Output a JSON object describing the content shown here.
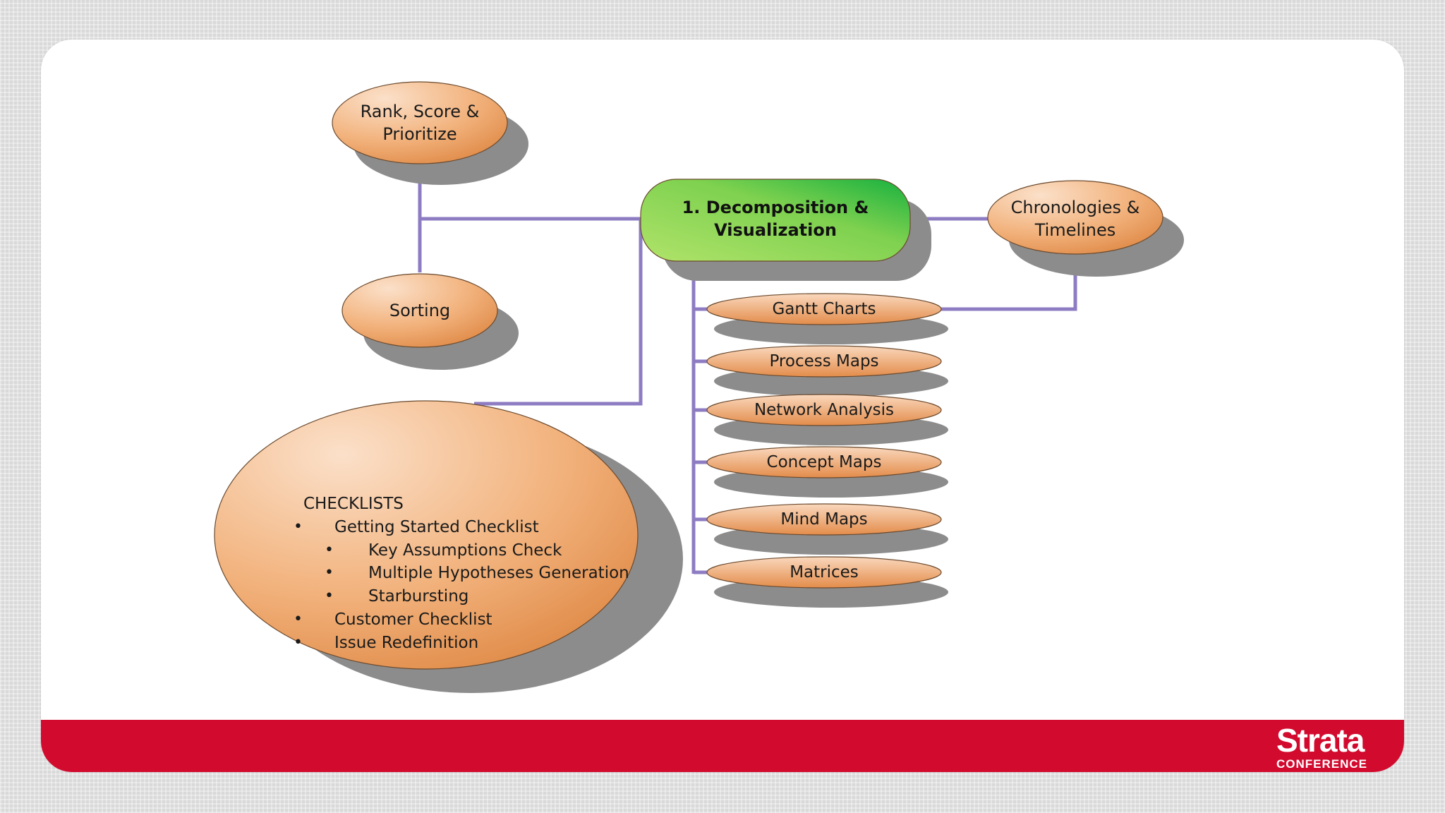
{
  "center_node": {
    "line1": "1. Decomposition &",
    "line2": "Visualization"
  },
  "rank_node": {
    "line1": "Rank, Score &",
    "line2": "Prioritize"
  },
  "sorting_node": {
    "label": "Sorting"
  },
  "chronologies_node": {
    "line1": "Chronologies &",
    "line2": "Timelines"
  },
  "techniques": [
    {
      "label": "Gantt Charts"
    },
    {
      "label": "Process Maps"
    },
    {
      "label": "Network Analysis"
    },
    {
      "label": "Concept Maps"
    },
    {
      "label": "Mind Maps"
    },
    {
      "label": "Matrices"
    }
  ],
  "checklists": {
    "title": "CHECKLISTS",
    "items": [
      {
        "text": "Getting Started Checklist",
        "level": 1
      },
      {
        "text": "Key Assumptions Check",
        "level": 2
      },
      {
        "text": "Multiple Hypotheses Generation",
        "level": 2
      },
      {
        "text": "Starbursting",
        "level": 2
      },
      {
        "text": "Customer Checklist",
        "level": 1
      },
      {
        "text": "Issue Redefinition",
        "level": 1
      }
    ],
    "bullet": "•"
  },
  "footer": {
    "brand_name": "Strata",
    "brand_sub": "CONFERENCE"
  },
  "colors": {
    "connector": "#8e7cc3",
    "node_orange_light": "#fad8bd",
    "node_orange_dark": "#e08a45",
    "center_green_light": "#a6e05a",
    "center_green_dark": "#2fba3f",
    "shadow": "#8c8c8c",
    "footer_red": "#d20a2e"
  }
}
